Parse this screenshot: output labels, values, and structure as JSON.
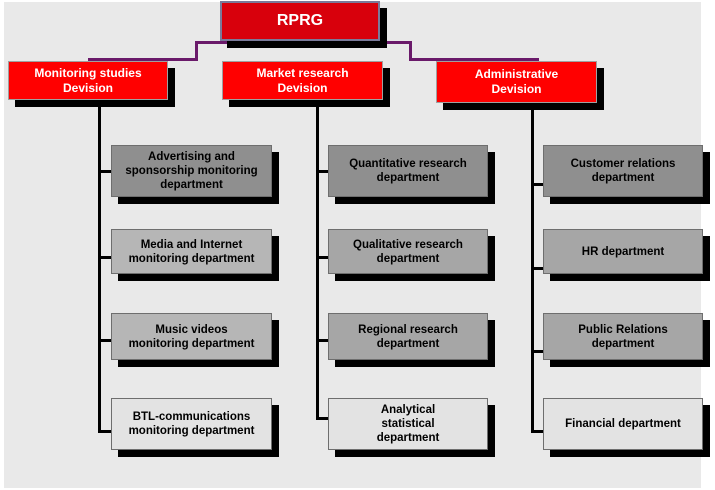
{
  "org_chart": {
    "root": "RPRG",
    "divisions": [
      {
        "label": "Monitoring  studies\nDevision",
        "departments": [
          "Advertising and\nsponsorship monitoring\ndepartment",
          "Media and Internet\nmonitoring department",
          "Music videos\nmonitoring department",
          "BTL-communications\nmonitoring  department"
        ]
      },
      {
        "label": "Market research\nDevision",
        "departments": [
          "Quantitative  research\ndepartment",
          "Qualitative research\ndepartment",
          "Regional research\ndepartment",
          "Analytical\nstatistical\ndepartment"
        ]
      },
      {
        "label": "Administrative\nDevision",
        "departments": [
          "Customer relations\ndepartment",
          "HR department",
          "Public Relations\ndepartment",
          "Financial department"
        ]
      }
    ]
  },
  "colors": {
    "root_fill": "#d8000c",
    "division_fill": "#ff0000",
    "connector": "#6a1a6a",
    "department_shades": [
      "#8f8f8f",
      "#a6a6a6",
      "#b6b6b6",
      "#e3e3e3"
    ]
  }
}
